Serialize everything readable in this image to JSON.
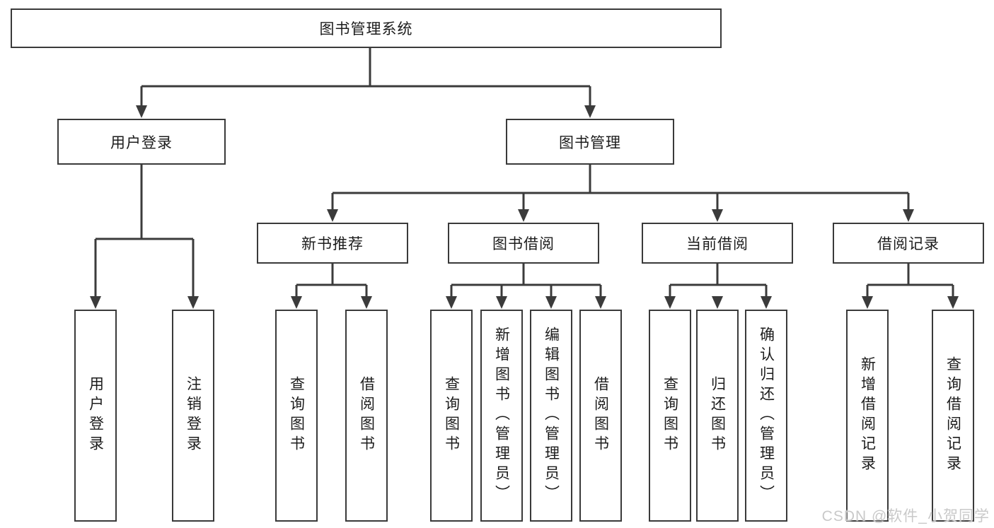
{
  "title": "图书管理系统",
  "nodes": {
    "user_login": "用户登录",
    "book_mgmt": "图书管理",
    "new_book_rec": "新书推荐",
    "book_borrow": "图书借阅",
    "current_borrow": "当前借阅",
    "borrow_records": "借阅记录"
  },
  "leaves": {
    "login": "用户登录",
    "logout": "注销登录",
    "rec_query": "查询图书",
    "rec_borrow": "借阅图书",
    "bb_query": "查询图书",
    "bb_add": "新增图书（管理员）",
    "bb_edit": "编辑图书（管理员）",
    "bb_borrow": "借阅图书",
    "cb_query": "查询图书",
    "cb_return": "归还图书",
    "cb_confirm": "确认归还（管理员）",
    "br_add": "新增借阅记录",
    "br_query": "查询借阅记录"
  },
  "watermark": "CSDN @软件_小贺同学",
  "colors": {
    "line": "#3b3b3b",
    "border": "#3a3a3a",
    "text": "#1c1c1c",
    "background": "#ffffff",
    "watermark": "#c9c9c9"
  },
  "hierarchy": {
    "图书管理系统": {
      "用户登录": [
        "用户登录",
        "注销登录"
      ],
      "图书管理": {
        "新书推荐": [
          "查询图书",
          "借阅图书"
        ],
        "图书借阅": [
          "查询图书",
          "新增图书（管理员）",
          "编辑图书（管理员）",
          "借阅图书"
        ],
        "当前借阅": [
          "查询图书",
          "归还图书",
          "确认归还（管理员）"
        ],
        "借阅记录": [
          "新增借阅记录",
          "查询借阅记录"
        ]
      }
    }
  }
}
